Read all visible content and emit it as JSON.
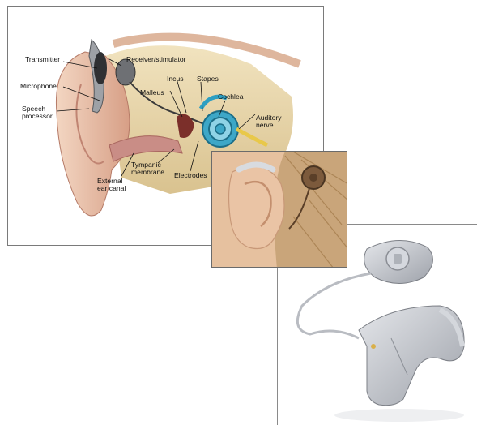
{
  "anatomy": {
    "labels": {
      "transmitter": "Transmitter",
      "receiver": "Receiver/stimulator",
      "microphone": "Microphone",
      "speech_line1": "Speech",
      "speech_line2": "processor",
      "malleus": "Malleus",
      "incus": "Incus",
      "stapes": "Stapes",
      "cochlea": "Cochlea",
      "auditory_line1": "Auditory",
      "auditory_line2": "nerve",
      "tympanic_line1": "Tympanic",
      "tympanic_line2": "membrane",
      "electrodes": "Electrodes",
      "canal_line1": "External",
      "canal_line2": "ear canal"
    }
  },
  "colors": {
    "skin": "#e7c3a8",
    "bone": "#e8d7ac",
    "cochlea": "#2e9fc2",
    "device_gray": "#c9cbd0",
    "hair": "#b08a57"
  }
}
